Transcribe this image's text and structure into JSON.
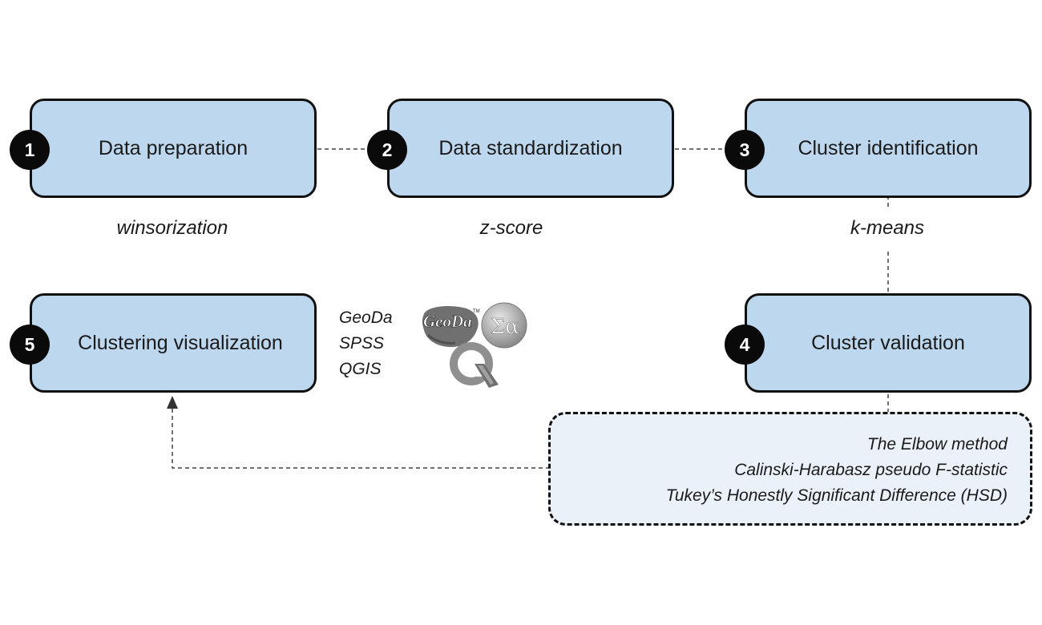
{
  "steps": [
    {
      "number": "1",
      "label": "Data preparation"
    },
    {
      "number": "2",
      "label": "Data standardization"
    },
    {
      "number": "3",
      "label": "Cluster identification"
    },
    {
      "number": "4",
      "label": "Cluster validation"
    },
    {
      "number": "5",
      "label": "Clustering visualization"
    }
  ],
  "methods": {
    "step1": "winsorization",
    "step2": "z-score",
    "step3": "k-means"
  },
  "tools": [
    "GeoDa",
    "SPSS",
    "QGIS"
  ],
  "logos": {
    "geoda": {
      "text": "GeoDa",
      "trademark": "TM",
      "icon": "geoda-logo"
    },
    "spss": {
      "text": "Σα",
      "icon": "sigma-alpha-logo"
    },
    "qgis": {
      "icon": "qgis-logo"
    }
  },
  "validation_methods": [
    "The Elbow method",
    "Calinski-Harabasz pseudo F-statistic",
    "Tukey’s Honestly Significant Difference (HSD)"
  ],
  "colors": {
    "box_fill": "#bdd7ee",
    "validation_fill": "#eaf1f9",
    "outline": "#111111",
    "badge": "#0a0a0a"
  }
}
